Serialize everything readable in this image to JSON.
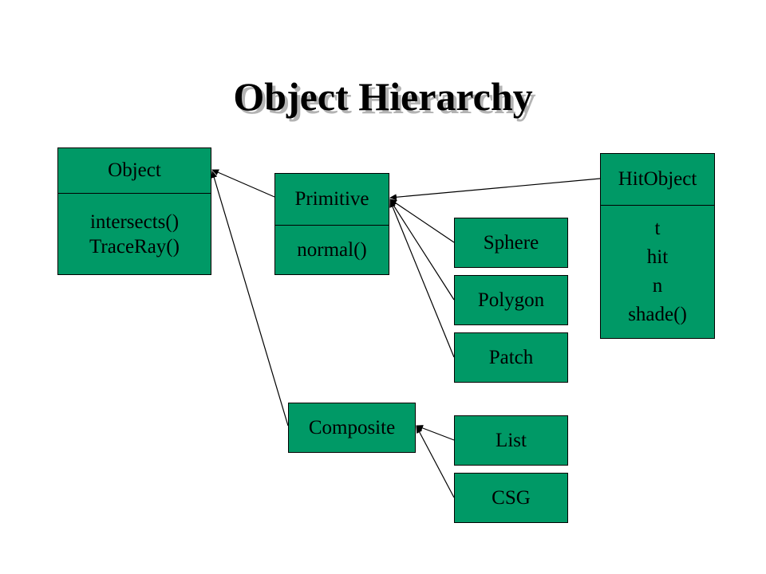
{
  "title": "Object Hierarchy",
  "classes": {
    "object": {
      "name": "Object",
      "members": [
        "intersects()",
        "TraceRay()"
      ]
    },
    "primitive": {
      "name": "Primitive",
      "members": [
        "normal()"
      ]
    },
    "hitobject": {
      "name": "HitObject",
      "members": [
        "t",
        "hit",
        "n",
        "shade()"
      ]
    },
    "sphere": {
      "name": "Sphere"
    },
    "polygon": {
      "name": "Polygon"
    },
    "patch": {
      "name": "Patch"
    },
    "composite": {
      "name": "Composite"
    },
    "list": {
      "name": "List"
    },
    "csg": {
      "name": "CSG"
    }
  },
  "colors": {
    "box_fill": "#009966",
    "line": "#000000",
    "title_shadow": "#b3b3b3"
  },
  "edges": [
    {
      "from": "primitive",
      "to": "object"
    },
    {
      "from": "composite",
      "to": "object"
    },
    {
      "from": "hitobject",
      "to": "primitive"
    },
    {
      "from": "sphere",
      "to": "primitive"
    },
    {
      "from": "polygon",
      "to": "primitive"
    },
    {
      "from": "patch",
      "to": "primitive"
    },
    {
      "from": "list",
      "to": "composite"
    },
    {
      "from": "csg",
      "to": "composite"
    }
  ]
}
